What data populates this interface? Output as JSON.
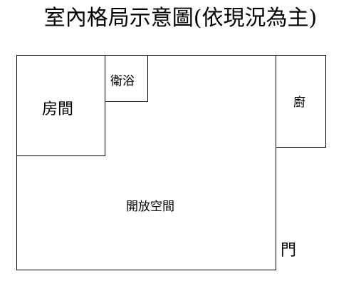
{
  "title": "室內格局示意圖(依現況為主)",
  "rooms": {
    "room": "房間",
    "bathroom": "衛浴",
    "kitchen": "廚",
    "open_space": "開放空間",
    "door": "門"
  },
  "colors": {
    "line": "#000000",
    "background": "#ffffff"
  }
}
